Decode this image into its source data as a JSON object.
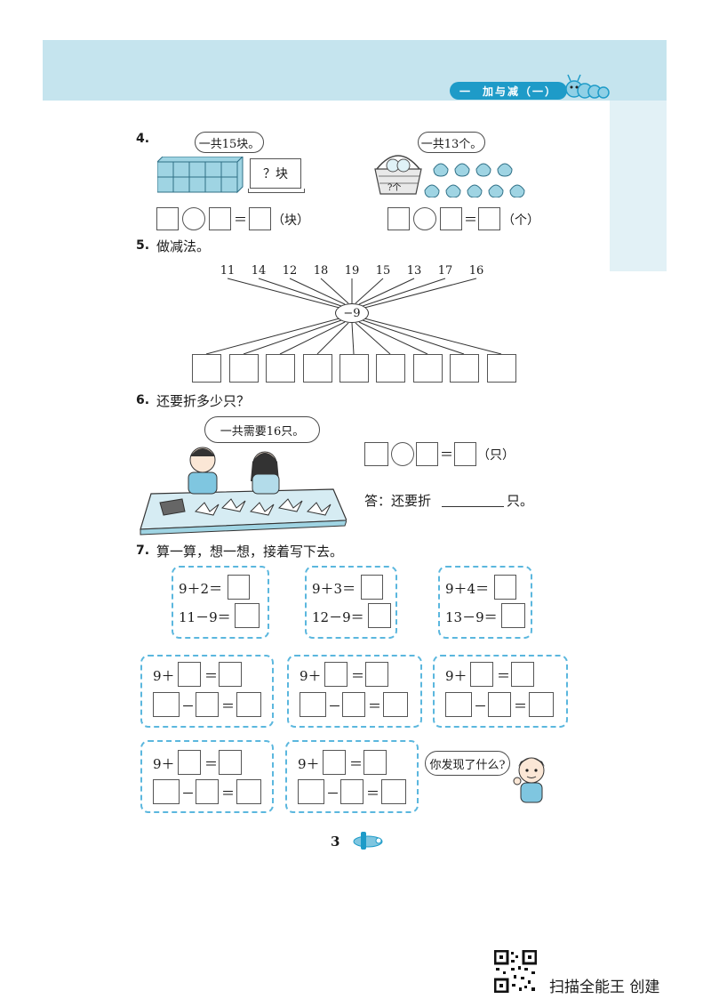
{
  "header": {
    "chapter_num": "一",
    "chapter_title": "加与减（一）"
  },
  "q4": {
    "number": "4.",
    "left": {
      "bubble": "一共15块。",
      "question_label": "？块",
      "unit": "（块）"
    },
    "right": {
      "bubble": "一共13个。",
      "basket_label": "?个",
      "unit": "（个）"
    }
  },
  "q5": {
    "number": "5.",
    "prompt": "做减法。",
    "numbers": [
      "11",
      "14",
      "12",
      "18",
      "19",
      "15",
      "13",
      "17",
      "16"
    ],
    "operator": "−9"
  },
  "q6": {
    "number": "6.",
    "prompt": "还要折多少只？",
    "bubble": "一共需要16只。",
    "unit": "（只）",
    "answer_prefix": "答：还要折",
    "answer_suffix": "只。"
  },
  "q7": {
    "number": "7.",
    "prompt": "算一算，想一想，接着写下去。",
    "row1": [
      {
        "line1": "9＋2＝",
        "line2": "11－9＝"
      },
      {
        "line1": "9＋3＝",
        "line2": "12－9＝"
      },
      {
        "line1": "9＋4＝",
        "line2": "13－9＝"
      }
    ],
    "plus_prefix": "9＋",
    "equals": "＝",
    "minus": "－",
    "bubble": "你发现了什么?"
  },
  "footer": {
    "page_number": "3",
    "watermark": "扫描全能王 创建"
  },
  "colors": {
    "header": "#c5e4ee",
    "accent": "#1e9bc8",
    "dash": "#5bb7de",
    "cube": "#9fd4e3"
  }
}
